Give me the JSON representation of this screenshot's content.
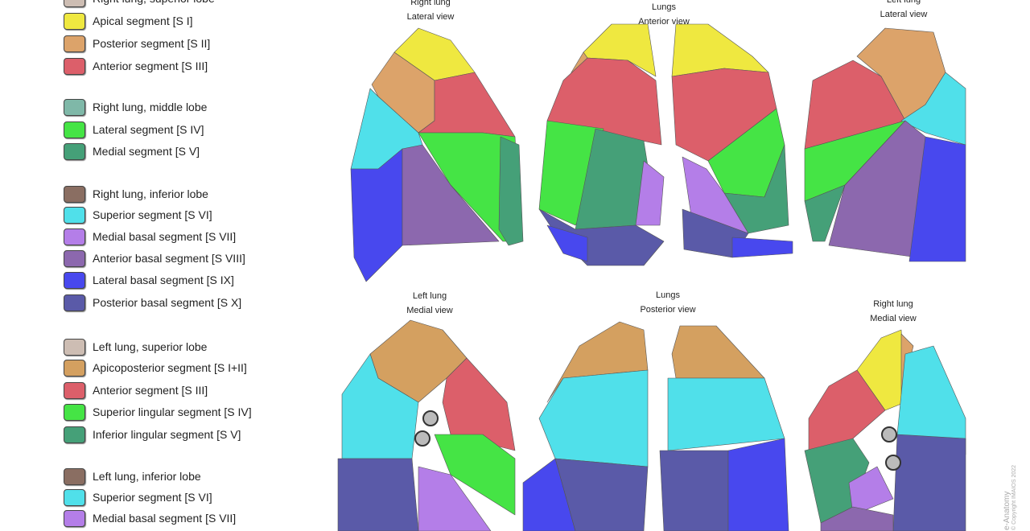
{
  "legend": [
    {
      "label": "Right lung, superior lobe",
      "color": "#cdbdb3"
    },
    {
      "label": "Apical segment [S I]",
      "color": "#efe840"
    },
    {
      "label": "Posterior segment [S II]",
      "color": "#dca36a"
    },
    {
      "label": "Anterior segment [S III]",
      "color": "#dc5f6a"
    },
    {
      "label": "Right lung, middle lobe",
      "color": "#7fb8a8"
    },
    {
      "label": "Lateral segment [S IV]",
      "color": "#45e445"
    },
    {
      "label": "Medial segment [S V]",
      "color": "#45a078"
    },
    {
      "label": "Right lung, inferior lobe",
      "color": "#8a6e62"
    },
    {
      "label": "Superior segment [S VI]",
      "color": "#50e0ea"
    },
    {
      "label": "Medial basal segment [S VII]",
      "color": "#b47ee8"
    },
    {
      "label": "Anterior basal segment [S VIII]",
      "color": "#8c68ae"
    },
    {
      "label": "Lateral basal segment [S IX]",
      "color": "#4848ee"
    },
    {
      "label": "Posterior basal segment [S X]",
      "color": "#5a5aa8"
    },
    {
      "label": "Left lung, superior lobe",
      "color": "#cdbdb3"
    },
    {
      "label": "Apicoposterior segment [S I+II]",
      "color": "#d4a060"
    },
    {
      "label": "Anterior segment [S III]",
      "color": "#dc5f6a"
    },
    {
      "label": "Superior lingular segment [S IV]",
      "color": "#45e445"
    },
    {
      "label": "Inferior lingular segment [S V]",
      "color": "#45a078"
    },
    {
      "label": "Left lung, inferior lobe",
      "color": "#8a6e62"
    },
    {
      "label": "Superior segment [S VI]",
      "color": "#50e0ea"
    },
    {
      "label": "Medial basal segment [S VII]",
      "color": "#b47ee8"
    }
  ],
  "views": [
    {
      "title": "Right lung",
      "subtitle": "Lateral view"
    },
    {
      "title": "Lungs",
      "subtitle": "Anterior view"
    },
    {
      "title": "Left lung",
      "subtitle": "Lateral view"
    },
    {
      "title": "Left lung",
      "subtitle": "Medial view"
    },
    {
      "title": "Lungs",
      "subtitle": "Posterior view"
    },
    {
      "title": "Right lung",
      "subtitle": "Medial view"
    }
  ],
  "watermark": {
    "brand": "e-Anatomy",
    "copyright": "© Copyright IMAIOS 2022"
  }
}
